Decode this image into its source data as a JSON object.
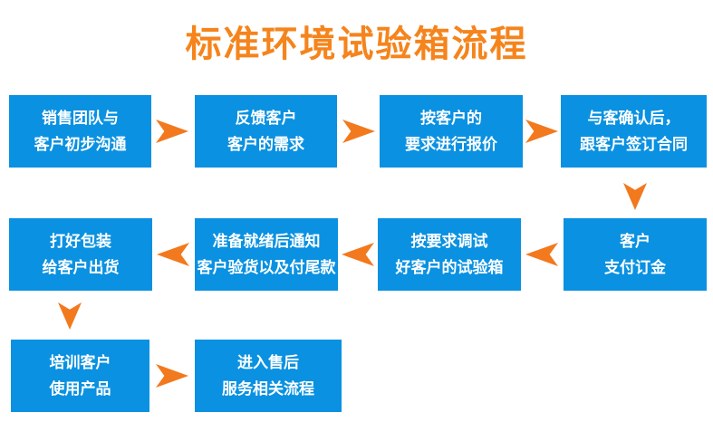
{
  "title": "标准环境试验箱流程",
  "colors": {
    "box_blue": "#0a91e1",
    "arrow_orange": "#f2791d",
    "title_orange": "#f5841c",
    "text_white": "#ffffff",
    "background": "#ffffff"
  },
  "flow": {
    "nodes": [
      {
        "id": 1,
        "line1": "销售团队与",
        "line2": "客户初步沟通"
      },
      {
        "id": 2,
        "line1": "反馈客户",
        "line2": "客户的需求"
      },
      {
        "id": 3,
        "line1": "按客户的",
        "line2": "要求进行报价"
      },
      {
        "id": 4,
        "line1": "与客确认后，",
        "line2": "跟客户签订合同"
      },
      {
        "id": 5,
        "line1": "客户",
        "line2": "支付订金"
      },
      {
        "id": 6,
        "line1": "按要求调试",
        "line2": "好客户的试验箱"
      },
      {
        "id": 7,
        "line1": "准备就绪后通知",
        "line2": "客户验货以及付尾款"
      },
      {
        "id": 8,
        "line1": "打好包装",
        "line2": "给客户出货"
      },
      {
        "id": 9,
        "line1": "培训客户",
        "line2": "使用产品"
      },
      {
        "id": 10,
        "line1": "进入售后",
        "line2": "服务相关流程"
      }
    ],
    "connections": [
      "1→2 right",
      "2→3 right",
      "3→4 right",
      "4→5 down",
      "5→6 left",
      "6→7 left",
      "7→8 left",
      "8→9 down",
      "9→10 right"
    ]
  }
}
